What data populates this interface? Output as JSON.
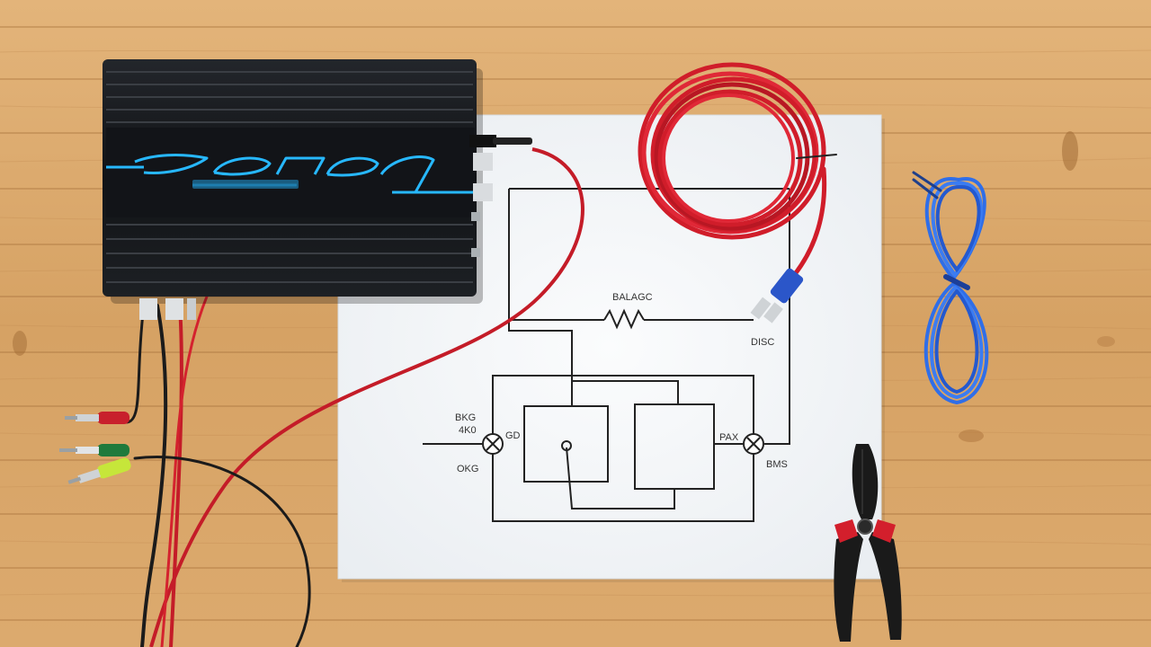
{
  "scene": {
    "background": "wooden-table",
    "objects": [
      "car-amplifier",
      "wiring-diagram-sheet",
      "red-cable-coil",
      "blue-cable-coil",
      "pliers",
      "rca-cables",
      "power-wires"
    ]
  },
  "amplifier": {
    "logo_text": "",
    "sub_text": ""
  },
  "diagram": {
    "labels": {
      "resistor": "BALAGC",
      "lower_right_top": "DISC",
      "left_top": "BKG",
      "left_mid": "4K0",
      "gd": "GD",
      "left_bottom": "OKG",
      "right_mid": "PAX",
      "right_bottom": "BMS"
    }
  },
  "colors": {
    "wood": "#d9a86a",
    "wood_dark": "#b97f45",
    "amp_body": "#15171a",
    "amp_accent": "#27b8ff",
    "red_cable": "#d01d2a",
    "blue_cable": "#2f6ee8",
    "paper": "#f4f6f8",
    "wire_black": "#1b1b1b"
  }
}
